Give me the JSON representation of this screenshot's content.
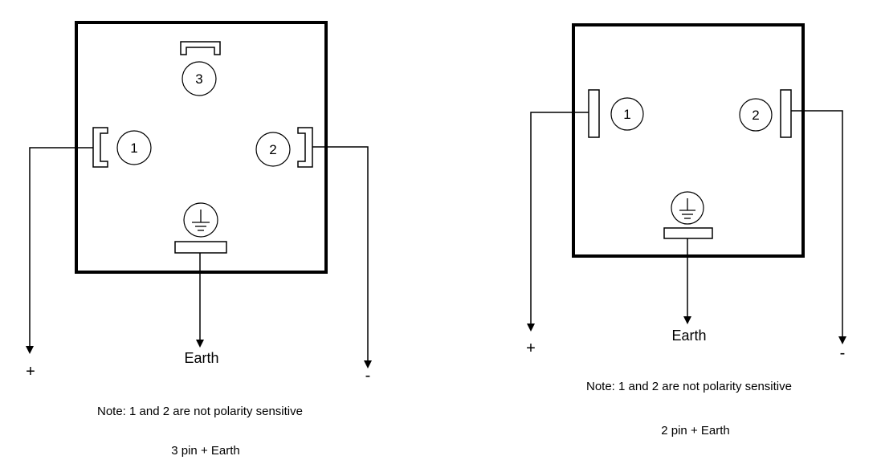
{
  "left_diagram": {
    "pin_labels": {
      "pin3": "3",
      "pin1": "1",
      "pin2": "2"
    },
    "plus_label": "+",
    "minus_label": "-",
    "earth_label": "Earth",
    "note": "Note: 1 and 2 are not polarity sensitive",
    "caption": "3 pin + Earth"
  },
  "right_diagram": {
    "pin_labels": {
      "pin1": "1",
      "pin2": "2"
    },
    "plus_label": "+",
    "minus_label": "-",
    "earth_label": "Earth",
    "note": "Note: 1 and 2 are not polarity sensitive",
    "caption": "2 pin + Earth"
  },
  "icons": {
    "earth": "earth-ground-icon"
  }
}
